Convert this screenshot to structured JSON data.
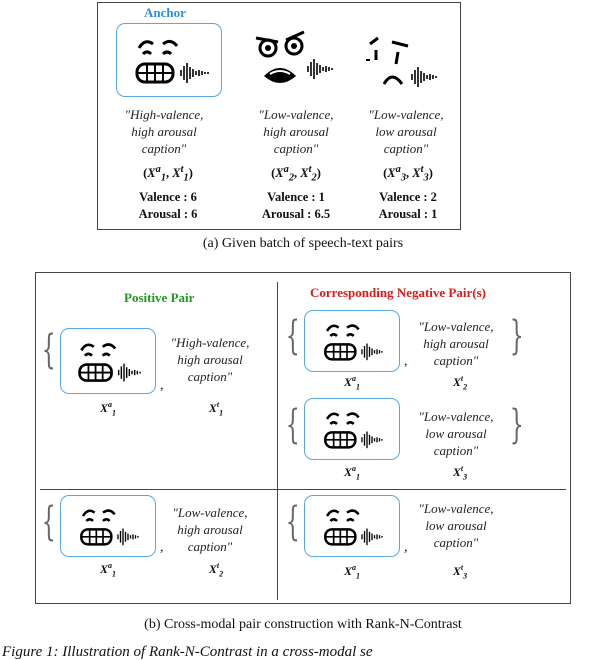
{
  "panel_a": {
    "anchor_label": "Anchor",
    "items": [
      {
        "caption_l1": "\"High-valence,",
        "caption_l2": "high arousal",
        "caption_l3": "caption\"",
        "pair_a": "X",
        "pair_a_sup": "a",
        "pair_a_sub": "1",
        "pair_t": "X",
        "pair_t_sup": "t",
        "pair_t_sub": "1",
        "valence": "Valence : 6",
        "arousal": "Arousal : 6"
      },
      {
        "caption_l1": "\"Low-valence,",
        "caption_l2": "high arousal",
        "caption_l3": "caption\"",
        "pair_a": "X",
        "pair_a_sup": "a",
        "pair_a_sub": "2",
        "pair_t": "X",
        "pair_t_sup": "t",
        "pair_t_sub": "2",
        "valence": "Valence : 1",
        "arousal": "Arousal : 6.5"
      },
      {
        "caption_l1": "\"Low-valence,",
        "caption_l2": "low arousal",
        "caption_l3": "caption\"",
        "pair_a": "X",
        "pair_a_sup": "a",
        "pair_a_sub": "3",
        "pair_t": "X",
        "pair_t_sup": "t",
        "pair_t_sub": "3",
        "valence": "Valence : 2",
        "arousal": "Arousal : 1"
      }
    ],
    "subcaption": "(a) Given batch of speech-text pairs"
  },
  "panel_b": {
    "positive_title": "Positive Pair",
    "negative_title": "Corresponding Negative Pair(s)",
    "captions": {
      "hh": [
        "\"High-valence,",
        "high arousal",
        "caption\""
      ],
      "lh": [
        "\"Low-valence,",
        "high arousal",
        "caption\""
      ],
      "ll": [
        "\"Low-valence,",
        "low arousal",
        "caption\""
      ]
    },
    "labels": {
      "x1a_base": "X",
      "x1a_sup": "a",
      "x1a_sub": "1",
      "x1t_sup": "t",
      "x1t_sub": "1",
      "x2t_sup": "t",
      "x2t_sub": "2",
      "x3t_sup": "t",
      "x3t_sub": "3"
    },
    "subcaption": "(b) Cross-modal pair construction with Rank-N-Contrast"
  },
  "figure_caption": "Figure 1: Illustration of Rank-N-Contrast in a cross-modal se",
  "colors": {
    "green": "#1e9b1e",
    "red": "#d81c1c",
    "blue": "#2d8de0",
    "iconbox": "#5aa7e0"
  }
}
